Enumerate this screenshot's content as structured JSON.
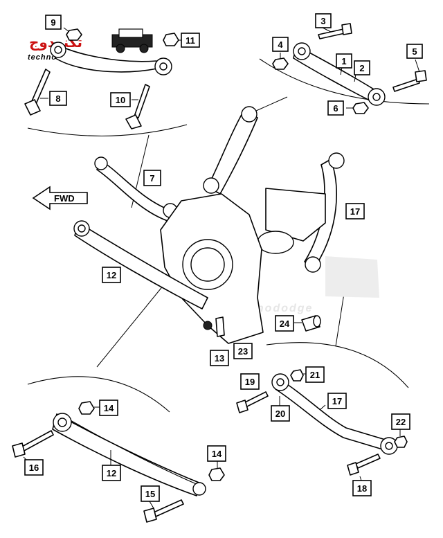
{
  "watermark": {
    "arabic_text": "تكنودوج",
    "latin_text": "technododge",
    "ghost_text": "technododge"
  },
  "fwd_label": "FWD",
  "callouts": {
    "c1": "1",
    "c2": "2",
    "c3": "3",
    "c4": "4",
    "c5": "5",
    "c6": "6",
    "c7": "7",
    "c8": "8",
    "c9": "9",
    "c10": "10",
    "c11": "11",
    "c12a": "12",
    "c12b": "12",
    "c13": "13",
    "c14a": "14",
    "c14b": "14",
    "c15": "15",
    "c16": "16",
    "c17a": "17",
    "c17b": "17",
    "c18": "18",
    "c19": "19",
    "c20": "20",
    "c21": "21",
    "c22": "22",
    "c23": "23",
    "c24": "24"
  },
  "icons": {
    "fwd_arrow": "fwd-arrow-icon",
    "jeep_logo": "jeep-logo-icon"
  }
}
